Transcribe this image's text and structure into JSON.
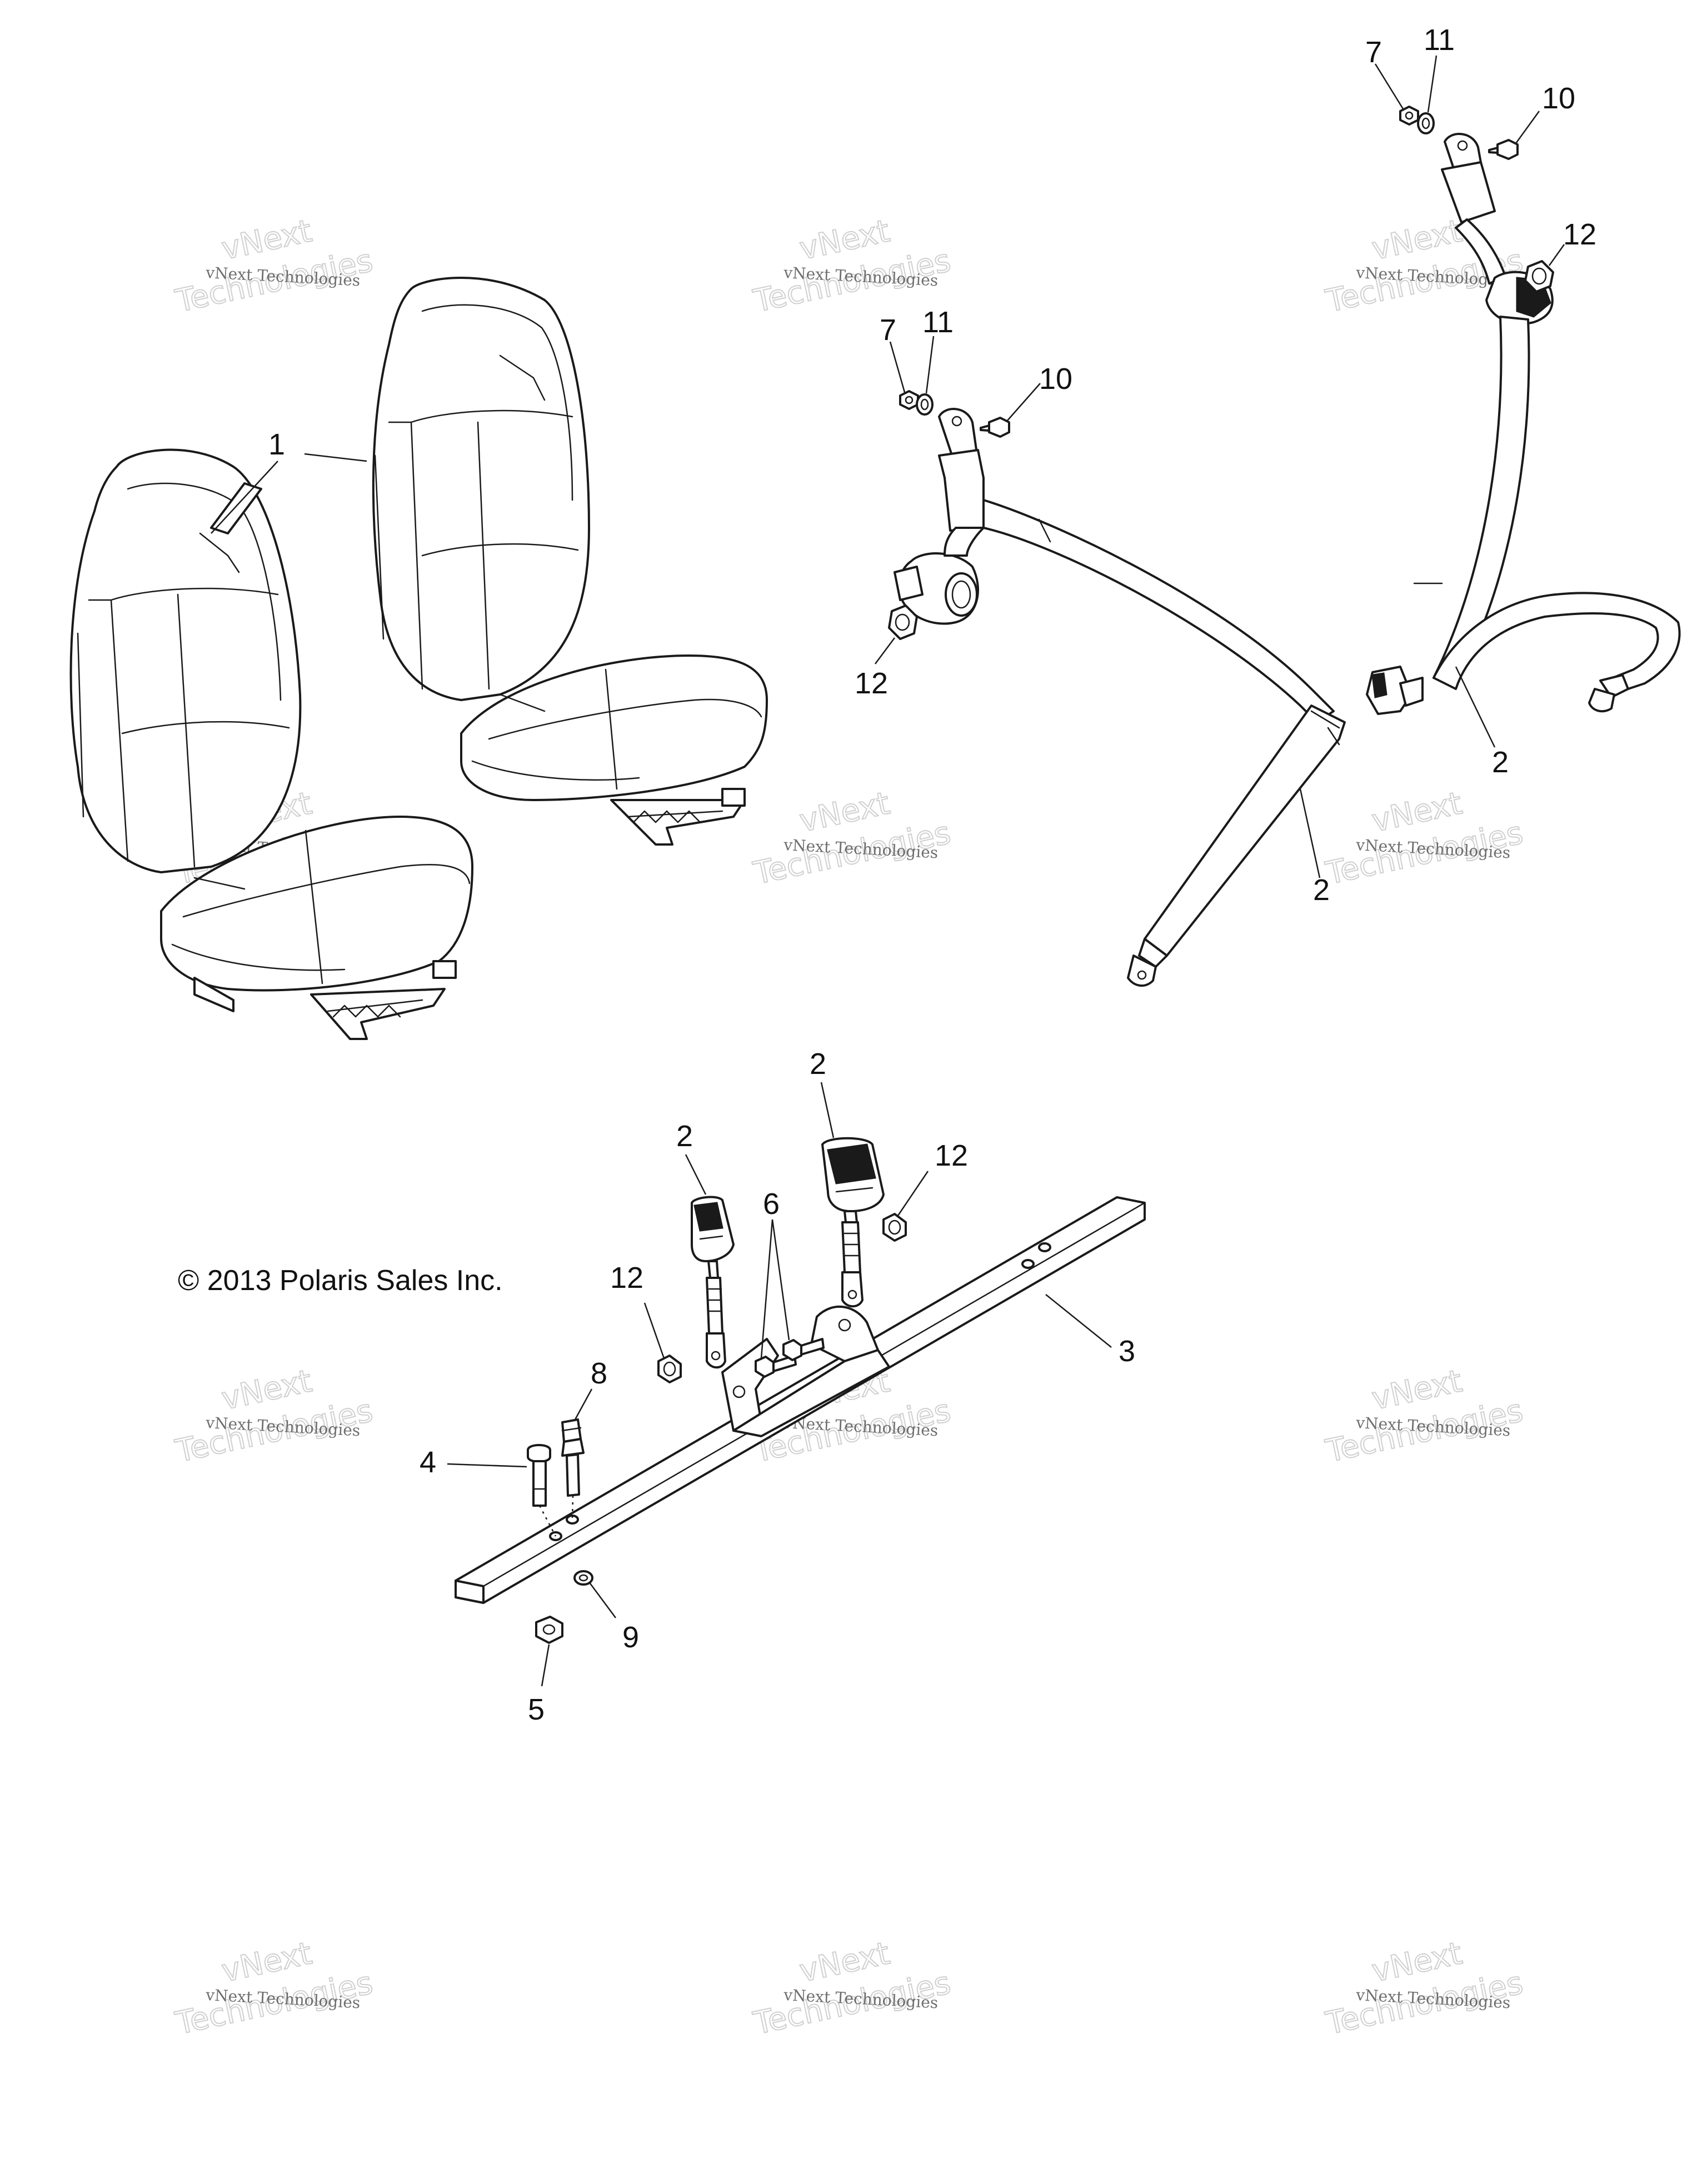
{
  "copyright": "© 2013 Polaris Sales Inc.",
  "watermark": {
    "line1": "vNext",
    "line2": "vNext Technologies",
    "line3": "Technologies"
  },
  "callouts": {
    "seat": "1",
    "belt_right": "2",
    "belt_left": "2",
    "buckle_left": "2",
    "buckle_right": "2",
    "bar": "3",
    "bolt": "4",
    "nut": "5",
    "bolts_bracket": "6",
    "nut_7_left": "7",
    "nut_7_right": "7",
    "stud": "8",
    "washer_9": "9",
    "bolt_10_left": "10",
    "bolt_10_right": "10",
    "washer_11_left": "11",
    "washer_11_right": "11",
    "nut_12_left_belt": "12",
    "nut_12_right_belt": "12",
    "nut_12_bar_left": "12",
    "nut_12_bar_right": "12"
  }
}
